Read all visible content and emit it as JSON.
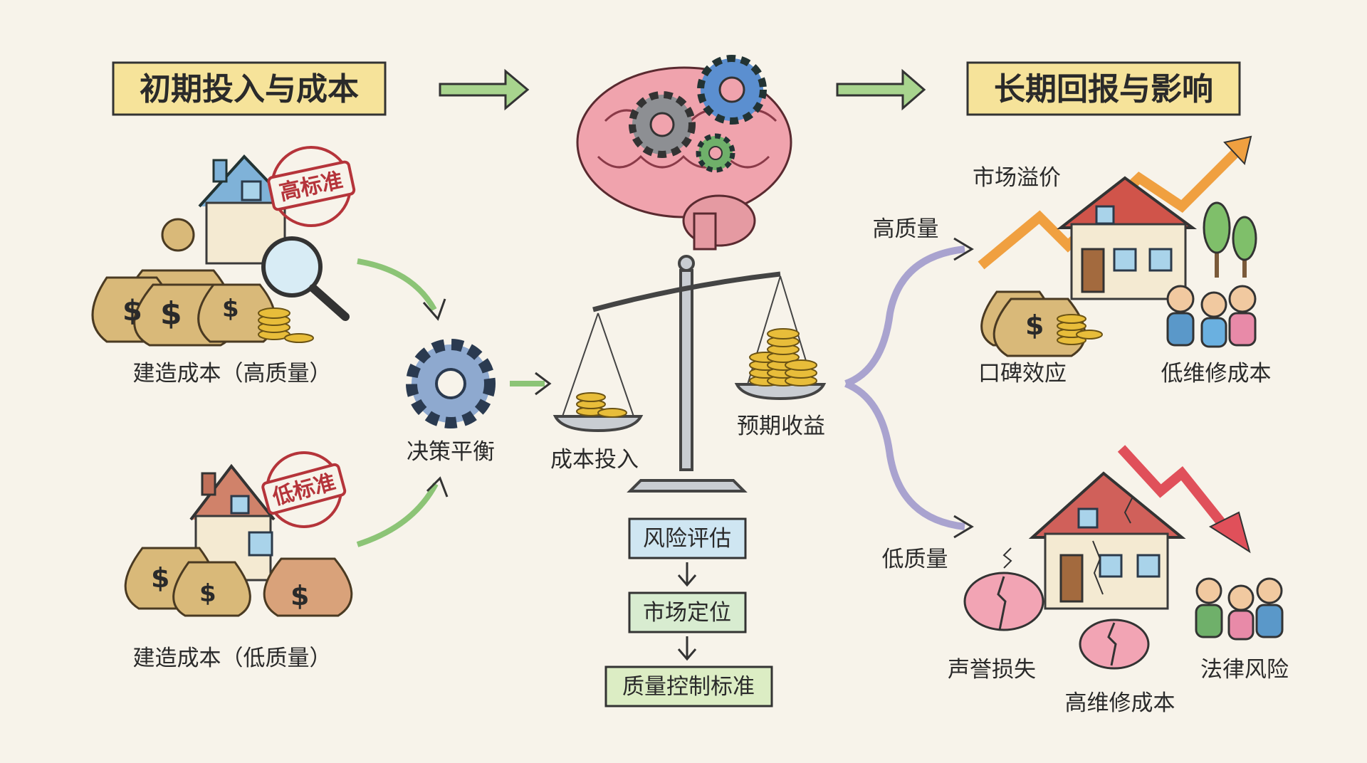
{
  "header": {
    "left_title": "初期投入与成本",
    "right_title": "长期回报与影响"
  },
  "left": {
    "high_stamp": "高标准",
    "low_stamp": "低标准",
    "high_cost_label": "建造成本（高质量）",
    "low_cost_label": "建造成本（低质量）",
    "decision_label": "决策平衡"
  },
  "center": {
    "cost_input_label": "成本投入",
    "expected_return_label": "预期收益",
    "flow": [
      "风险评估",
      "市场定位",
      "质量控制标准"
    ]
  },
  "right": {
    "high_quality_label": "高质量",
    "low_quality_label": "低质量",
    "market_premium": "市场溢价",
    "word_of_mouth": "口碑效应",
    "low_maintenance": "低维修成本",
    "reputation_loss": "声誉损失",
    "high_maintenance": "高维修成本",
    "legal_risk": "法律风险"
  },
  "colors": {
    "background": "#f7f3ea",
    "title_box": "#f6e39a",
    "green_arrow": "#9ccc84",
    "purple_arrow": "#a9a3cf",
    "up_arrow": "#f0a040",
    "down_arrow": "#e0505a",
    "stamp": "#b5343a"
  }
}
